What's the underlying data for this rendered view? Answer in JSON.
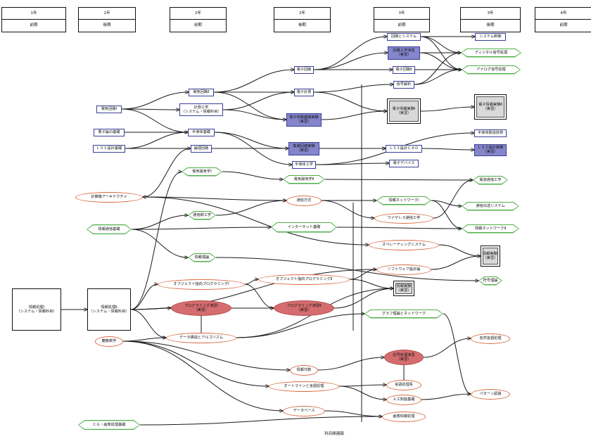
{
  "headers": [
    {
      "year": "1年",
      "term": "前期"
    },
    {
      "year": "1年",
      "term": "後期"
    },
    {
      "year": "2年",
      "term": "前期"
    },
    {
      "year": "2年",
      "term": "後期"
    },
    {
      "year": "3年",
      "term": "前期"
    },
    {
      "year": "3年",
      "term": "後期"
    },
    {
      "year": "4年",
      "term": "前期"
    }
  ],
  "footer": "科目関連図",
  "nodes": {
    "denki1": "電気回路Ⅰ",
    "denshi_kiso": "量子論の基礎",
    "lsi_kiso": "ＬＳＩ設計基礎",
    "denki2": "電気回路Ⅱ",
    "keisoku": "計測工学\n（システム・情報科目）",
    "handoutai": "半導体基礎",
    "ronri": "論理回路",
    "denshi_kairo": "電子回路",
    "denshi_kei": "電子計測",
    "denshi_jikken": "電子情報基礎実験\n（実習）",
    "shuseki_jikken": "集積回路実験\n（実習）",
    "handoutai_kou": "半導体工学",
    "kairo_system": "回路とシステム",
    "kairo_enshu": "回路工学演習\n（実習）",
    "denshi3": "電子回路Ⅱ",
    "shingou": "信号解析",
    "system_seigyo": "システム制御",
    "digital": "ディジタル信号処理",
    "analog": "アナログ信号処理",
    "denshi_jikken1": "電子情報実験Ⅰ\n（実習）",
    "denshi_jikken2": "電子情報実験Ⅱ\n（実習）",
    "handoutai_seizo": "半導体製造技術",
    "lsi_cad": "ＬＳＩ設計ＣＡＤ",
    "lsi_jikken": "ＬＳＩ設計実験\n（実習）",
    "denshi_device": "電子デバイス",
    "denjiki1": "電気磁気学Ⅰ",
    "denjiki2": "電気磁気学Ⅱ",
    "keisanki": "計算機アーキテクチャ",
    "tsushin": "通信方式",
    "network1": "情報ネットワークⅠ",
    "wireless": "ワイヤレス通信工学",
    "denpa": "電波通信工学",
    "tsushin_system": "通信伝送システム",
    "network2": "情報ネットワークⅡ",
    "tsushin_kiso": "通信網工学",
    "joho_tsushin": "情報通信基礎",
    "internet": "インターネット基礎",
    "os": "オペレーティングシステム",
    "joho_riron": "情報理論",
    "joho_jikken1": "情報実験Ⅰ\n（実習）",
    "sw": "ソフトウェア設計論",
    "fugo": "符号理論",
    "joho_shori1": "情報処理Ⅰ\n（システム・情報科目）",
    "joho_shori2": "情報処理Ⅱ\n（システム・情報科目）",
    "obj1": "オブジェクト指向プログラミングⅠ",
    "obj2": "オブジェクト指向プログラミングⅡ",
    "prog1": "プログラミング演習Ⅰ\n（実習）",
    "prog2": "プログラミング演習Ⅱ\n（実習）",
    "joho_jikken2": "情報実験\n（実習）",
    "graph": "グラフ理論とネットワーク",
    "data_struct": "データ構造とアルゴリズム",
    "risan": "離散数学",
    "shizen": "自然言語処理",
    "kikai": "記号処理演習\n（実習）",
    "joho_daisu": "情報代数",
    "automaton": "オートマトンと言語処理",
    "gengo": "言語処理系",
    "ai": "人工知能基礎",
    "pattern": "パターン認識",
    "database": "データベース",
    "gazo": "画像情報処理",
    "cg": "ＣＧ・画像処理基礎"
  }
}
